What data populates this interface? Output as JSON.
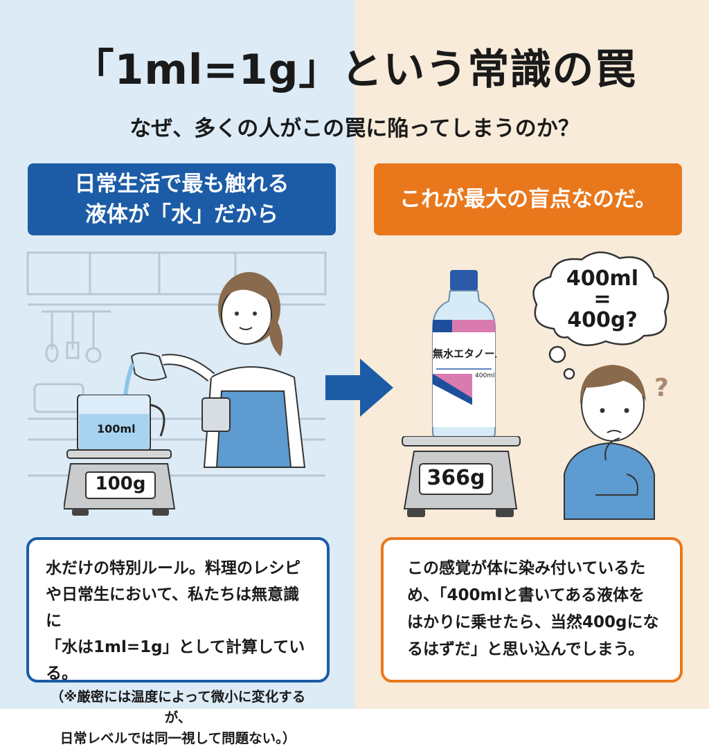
{
  "title": "「1ml=1g」という常識の罠",
  "subtitle": "なぜ、多くの人がこの罠に陥ってしまうのか？",
  "left": {
    "header": [
      "日常生活で最も触れる",
      "液体が「水」だから"
    ],
    "cup_label": "100ml",
    "scale_reading": "100g",
    "text": [
      "水だけの特別ルール。料理のレシピ",
      "や日常生において、私たちは無意識に",
      "「水は1ml=1g」として計算している。"
    ],
    "note": [
      "（※厳密には温度によって微小に変化するが、",
      "日常レベルでは同一視して問題ない。）"
    ]
  },
  "right": {
    "header": "これが最大の盲点なのだ。",
    "bottle_name": "無水エタノール",
    "bottle_volume": "400ml",
    "scale_reading": "366g",
    "thought": [
      "400ml",
      "=",
      "400g?"
    ],
    "question_mark": "?",
    "text": [
      "この感覚が体に染み付いているた",
      "め、「400mlと書いてある液体を",
      "はかりに乗せたら、当然400gにな",
      "るはずだ」と思い込んでしまう。"
    ]
  },
  "colors": {
    "blue": "#1c5ca6",
    "orange": "#e9781c",
    "left_bg": "#dcebf6",
    "right_bg": "#f8ebd9"
  }
}
